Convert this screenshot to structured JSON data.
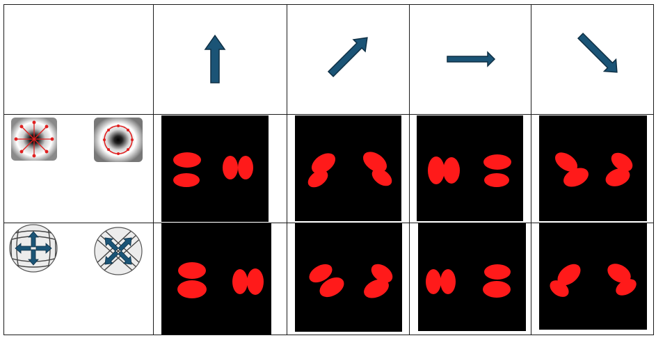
{
  "table": {
    "header_row": {
      "corner": "",
      "columns": [
        {
          "arrow": "up-arrow-icon",
          "angle_deg": 0
        },
        {
          "arrow": "up-right-arrow-icon",
          "angle_deg": 45
        },
        {
          "arrow": "right-arrow-icon",
          "angle_deg": 90
        },
        {
          "arrow": "down-right-arrow-icon",
          "angle_deg": 135
        }
      ]
    },
    "rows": [
      {
        "label_images": [
          "radial-intensity-beam-icon",
          "azimuthal-intensity-beam-icon"
        ],
        "pattern_images": [
          "two-lobe-pattern-1",
          "two-lobe-pattern-2",
          "two-lobe-pattern-3",
          "two-lobe-pattern-4"
        ]
      },
      {
        "label_images": [
          "radial-plate-icon",
          "azimuthal-plate-icon"
        ],
        "pattern_images": [
          "two-lobe-pattern-5",
          "two-lobe-pattern-6",
          "two-lobe-pattern-7",
          "two-lobe-pattern-8"
        ]
      }
    ],
    "colors": {
      "arrow_fill": "#1b5476",
      "arrow_stroke": "#0e2f44",
      "lobe": "#ff1a1a",
      "pattern_background": "#000000",
      "grid_line": "#1a1a1a"
    }
  }
}
